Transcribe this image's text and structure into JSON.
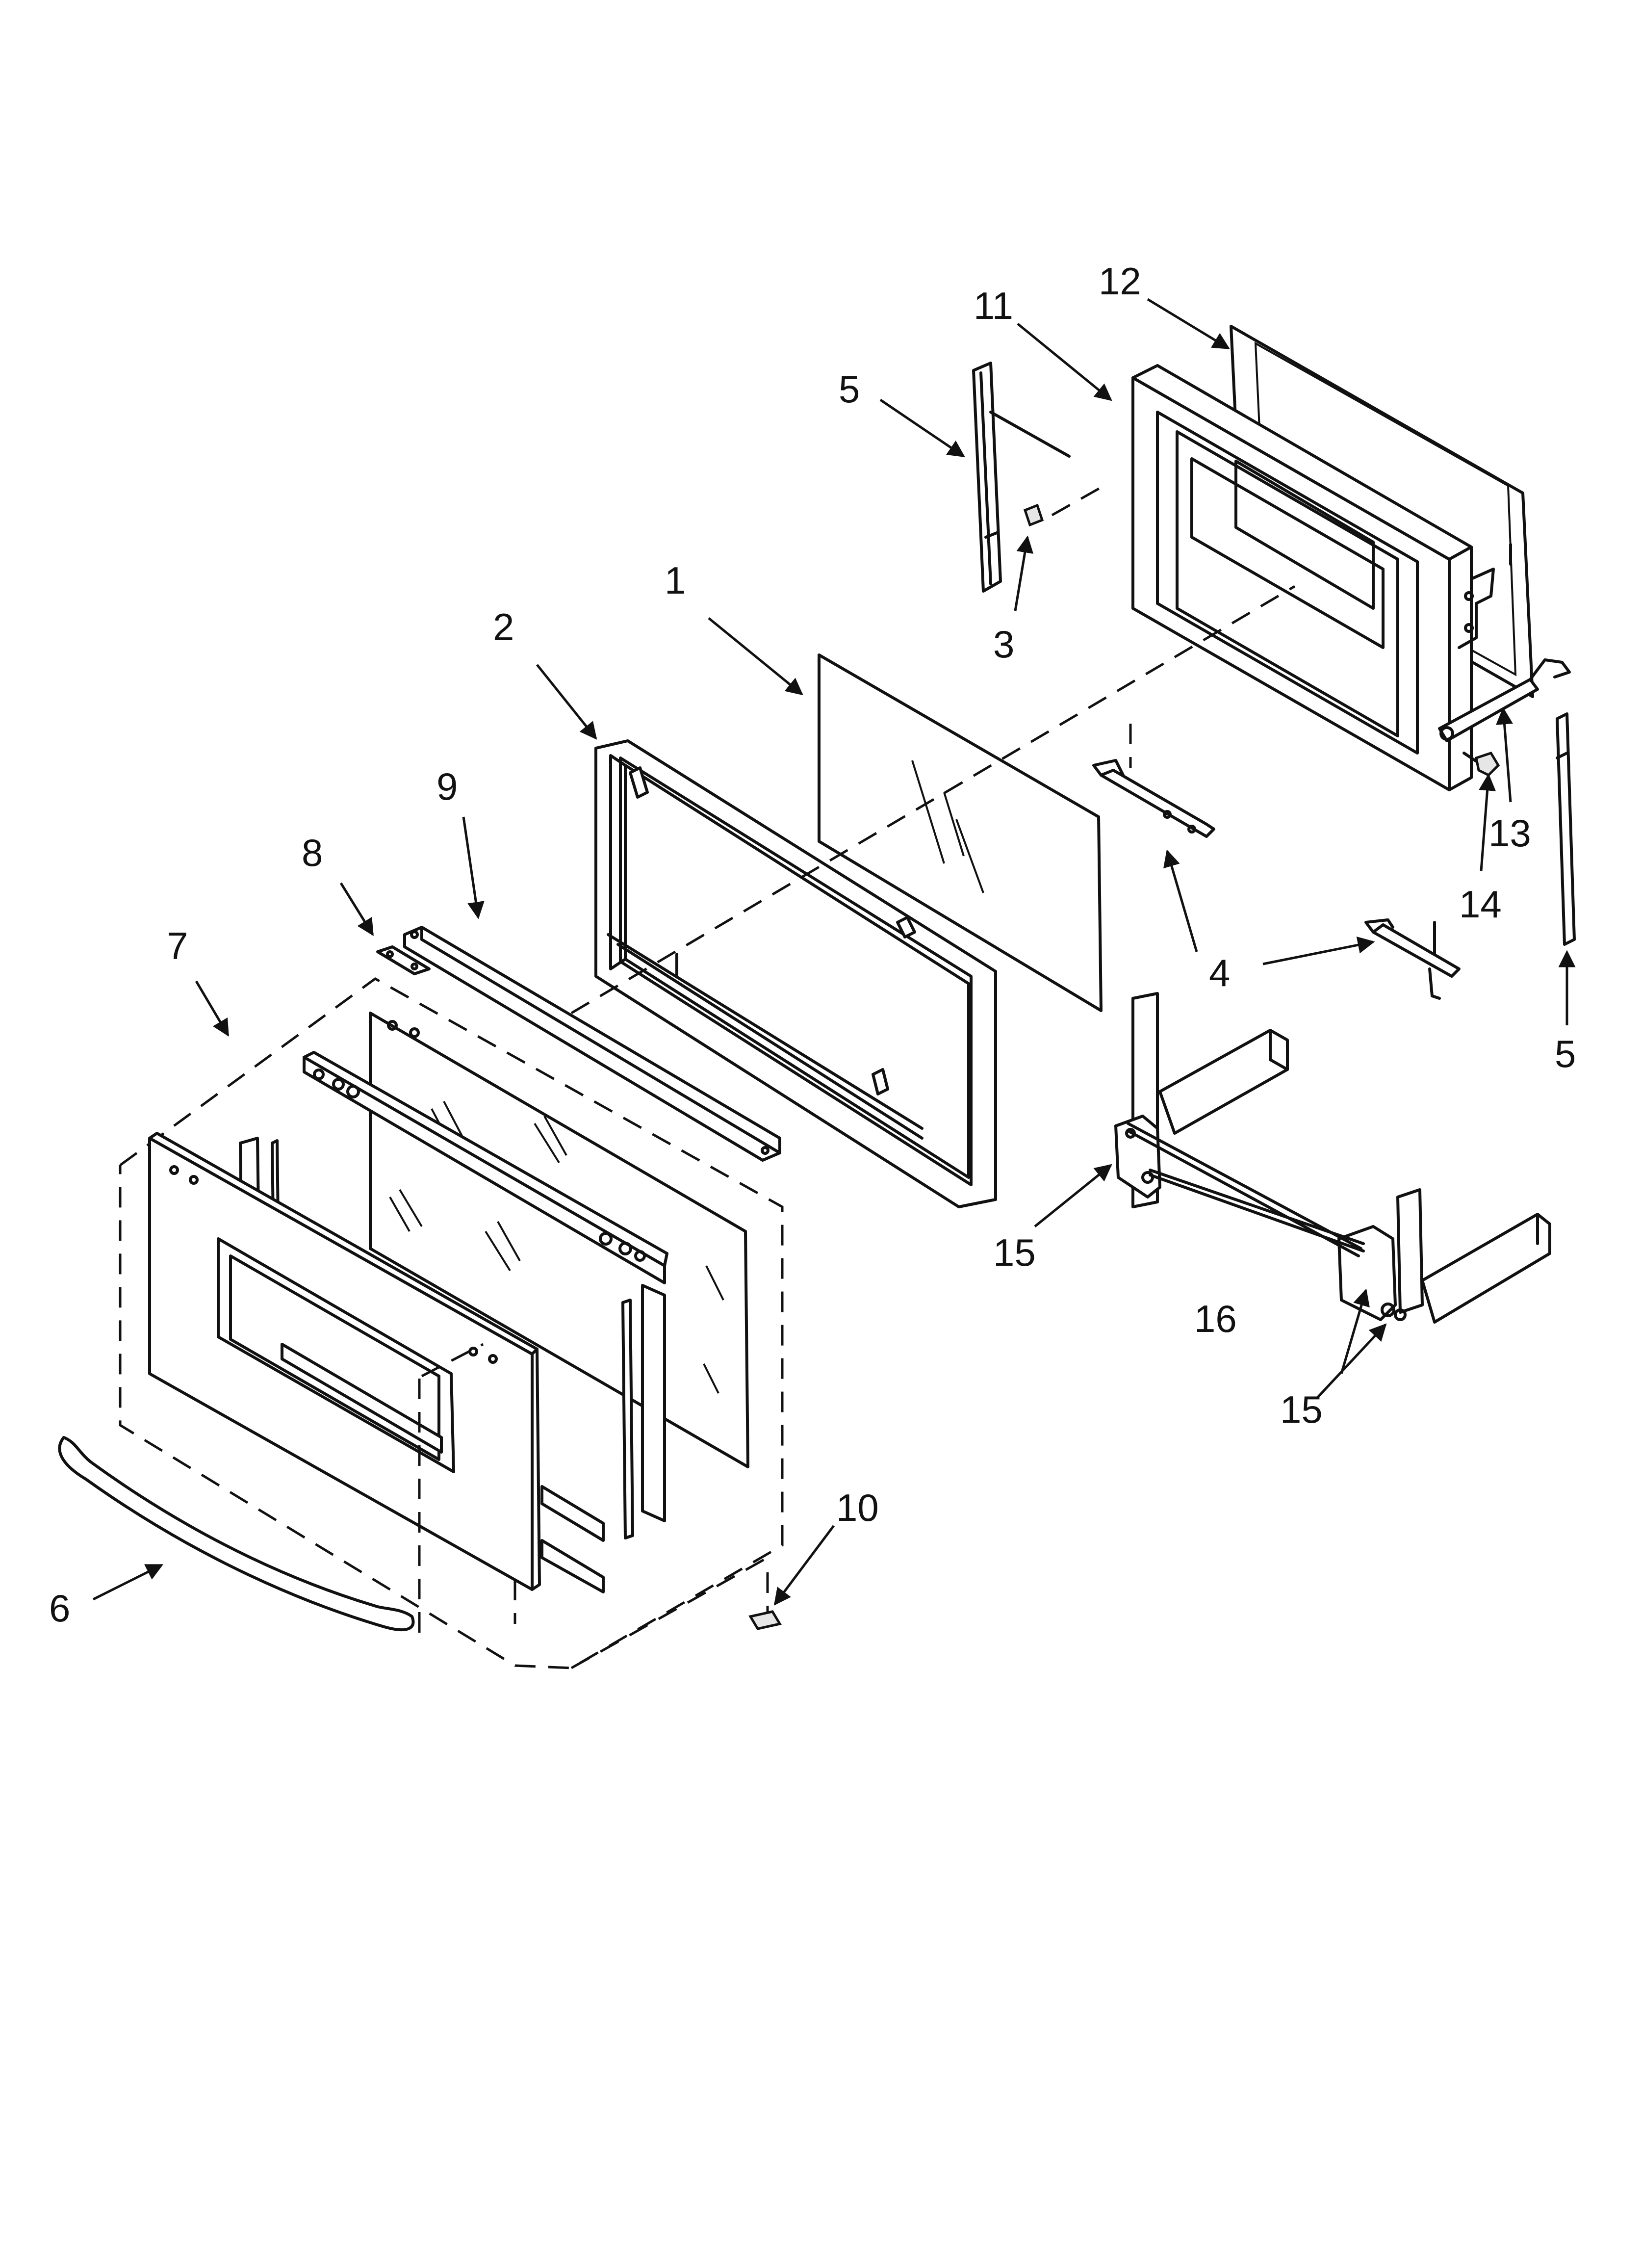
{
  "diagram": {
    "labels": [
      {
        "id": "p1",
        "text": "1"
      },
      {
        "id": "p2",
        "text": "2"
      },
      {
        "id": "p3",
        "text": "3"
      },
      {
        "id": "p4a",
        "text": "4"
      },
      {
        "id": "p5a",
        "text": "5"
      },
      {
        "id": "p5b",
        "text": "5"
      },
      {
        "id": "p6",
        "text": "6"
      },
      {
        "id": "p7",
        "text": "7"
      },
      {
        "id": "p8",
        "text": "8"
      },
      {
        "id": "p9",
        "text": "9"
      },
      {
        "id": "p10",
        "text": "10"
      },
      {
        "id": "p11",
        "text": "11"
      },
      {
        "id": "p12",
        "text": "12"
      },
      {
        "id": "p13",
        "text": "13"
      },
      {
        "id": "p14",
        "text": "14"
      },
      {
        "id": "p15a",
        "text": "15"
      },
      {
        "id": "p15b",
        "text": "15"
      },
      {
        "id": "p16",
        "text": "16"
      }
    ]
  }
}
